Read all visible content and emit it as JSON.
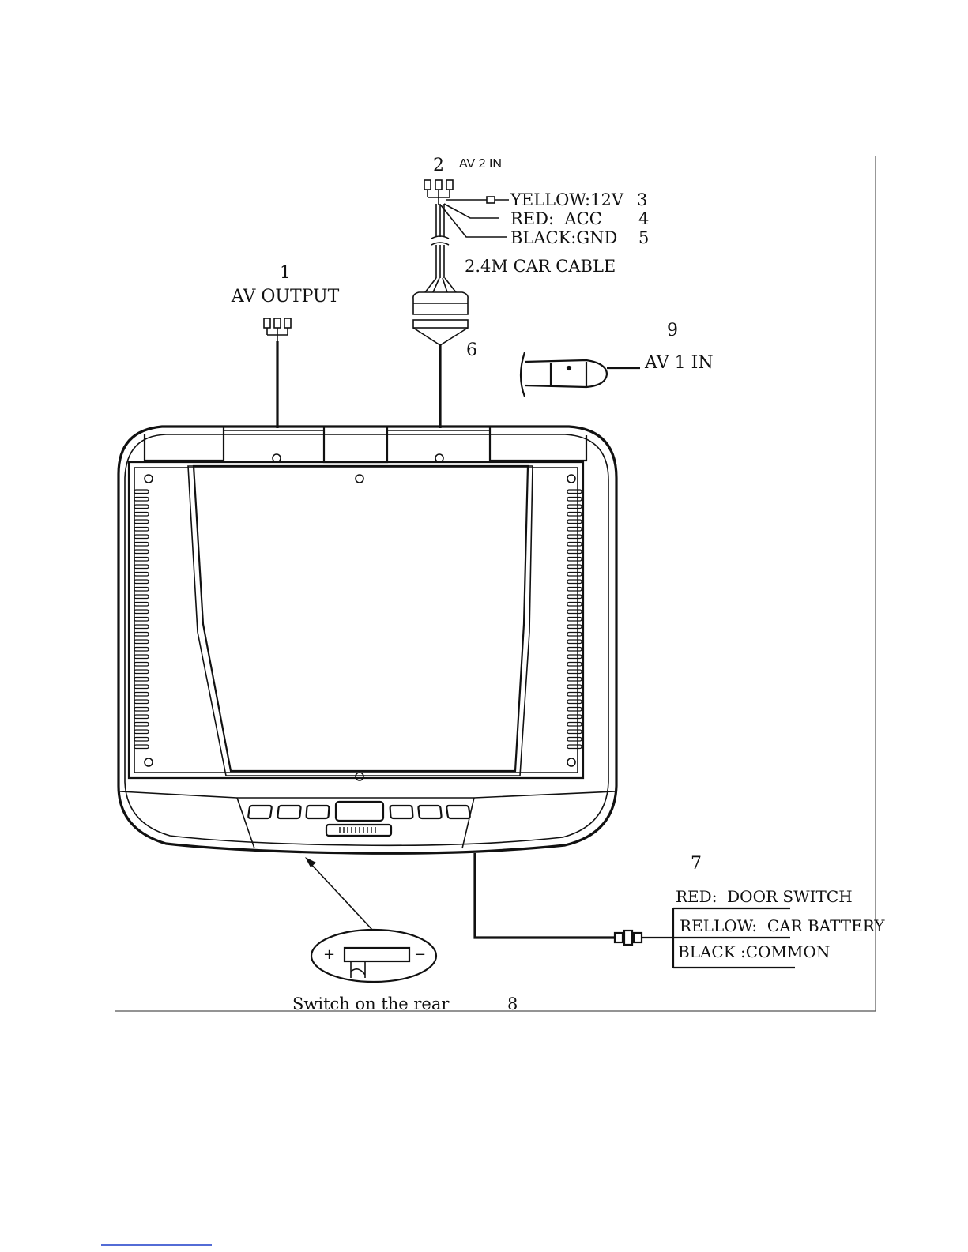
{
  "callouts": {
    "c1_num": "1",
    "c1_label": "AV OUTPUT",
    "c2_num": "2",
    "c2_label": "AV 2 IN",
    "c3_label": "YELLOW:12V",
    "c3_num": "3",
    "c4_label": "RED:  ACC",
    "c4_num": "4",
    "c5_label": "BLACK:GND",
    "c5_num": "5",
    "cable_label": "2.4M CAR CABLE",
    "c6_num": "6",
    "c9_num": "9",
    "c9_label": "AV 1 IN",
    "c7_num": "7",
    "c7_red": "RED:  DOOR SWITCH",
    "c7_yellow": "RELLOW:  CAR BATTERY",
    "c7_black": "BLACK :COMMON",
    "c8_label": "Switch on the rear",
    "c8_num": "8",
    "switch_plus": "+",
    "switch_minus": "−"
  }
}
